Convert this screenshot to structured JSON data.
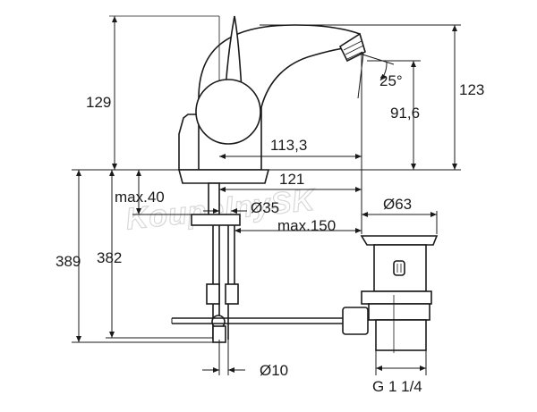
{
  "watermark": "KoupelnySK",
  "dimensions": {
    "h129": "129",
    "h123": "123",
    "h91_6": "91,6",
    "angle25": "25°",
    "w113_3": "113,3",
    "w121": "121",
    "max40": "max.40",
    "d35": "Ø35",
    "d63": "Ø63",
    "max150": "max.150",
    "h389": "389",
    "h382": "382",
    "d10": "Ø10",
    "thread": "G 1 1/4"
  }
}
